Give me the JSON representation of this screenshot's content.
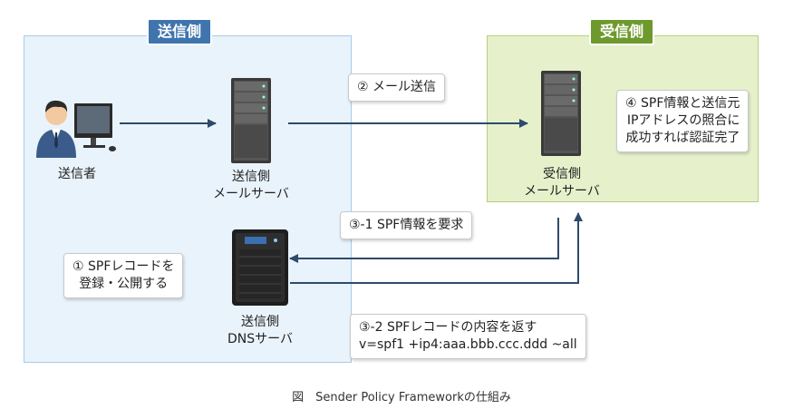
{
  "zones": {
    "sender_title": "送信側",
    "receiver_title": "受信側"
  },
  "nodes": {
    "sender": "送信者",
    "sender_server": [
      "送信側",
      "メールサーバ"
    ],
    "receiver_server": [
      "受信側",
      "メールサーバ"
    ],
    "dns_server": [
      "送信側",
      "DNSサーバ"
    ]
  },
  "callouts": {
    "step2": "② メール送信",
    "step4": [
      "④ SPF情報と送信元",
      "IPアドレスの照合に",
      "成功すれば認証完了"
    ],
    "step3_1": "③-1 SPF情報を要求",
    "step1": [
      "① SPFレコードを",
      "登録・公開する"
    ],
    "step3_2": [
      "③-2 SPFレコードの内容を返す",
      "v=spf1 +ip4:aaa.bbb.ccc.ddd ~all"
    ]
  },
  "caption": "図　Sender Policy Frameworkの仕組み",
  "colors": {
    "sender_zone": "#e9f3fb",
    "receiver_zone": "#e6f1cc",
    "sender_tag": "#3f74ad",
    "receiver_tag": "#6e9a2d",
    "arrow": "#2e4a6b"
  },
  "icons": {
    "sender": "user-computer-icon",
    "servers": "server-tower-icon",
    "dns": "dns-server-icon"
  }
}
